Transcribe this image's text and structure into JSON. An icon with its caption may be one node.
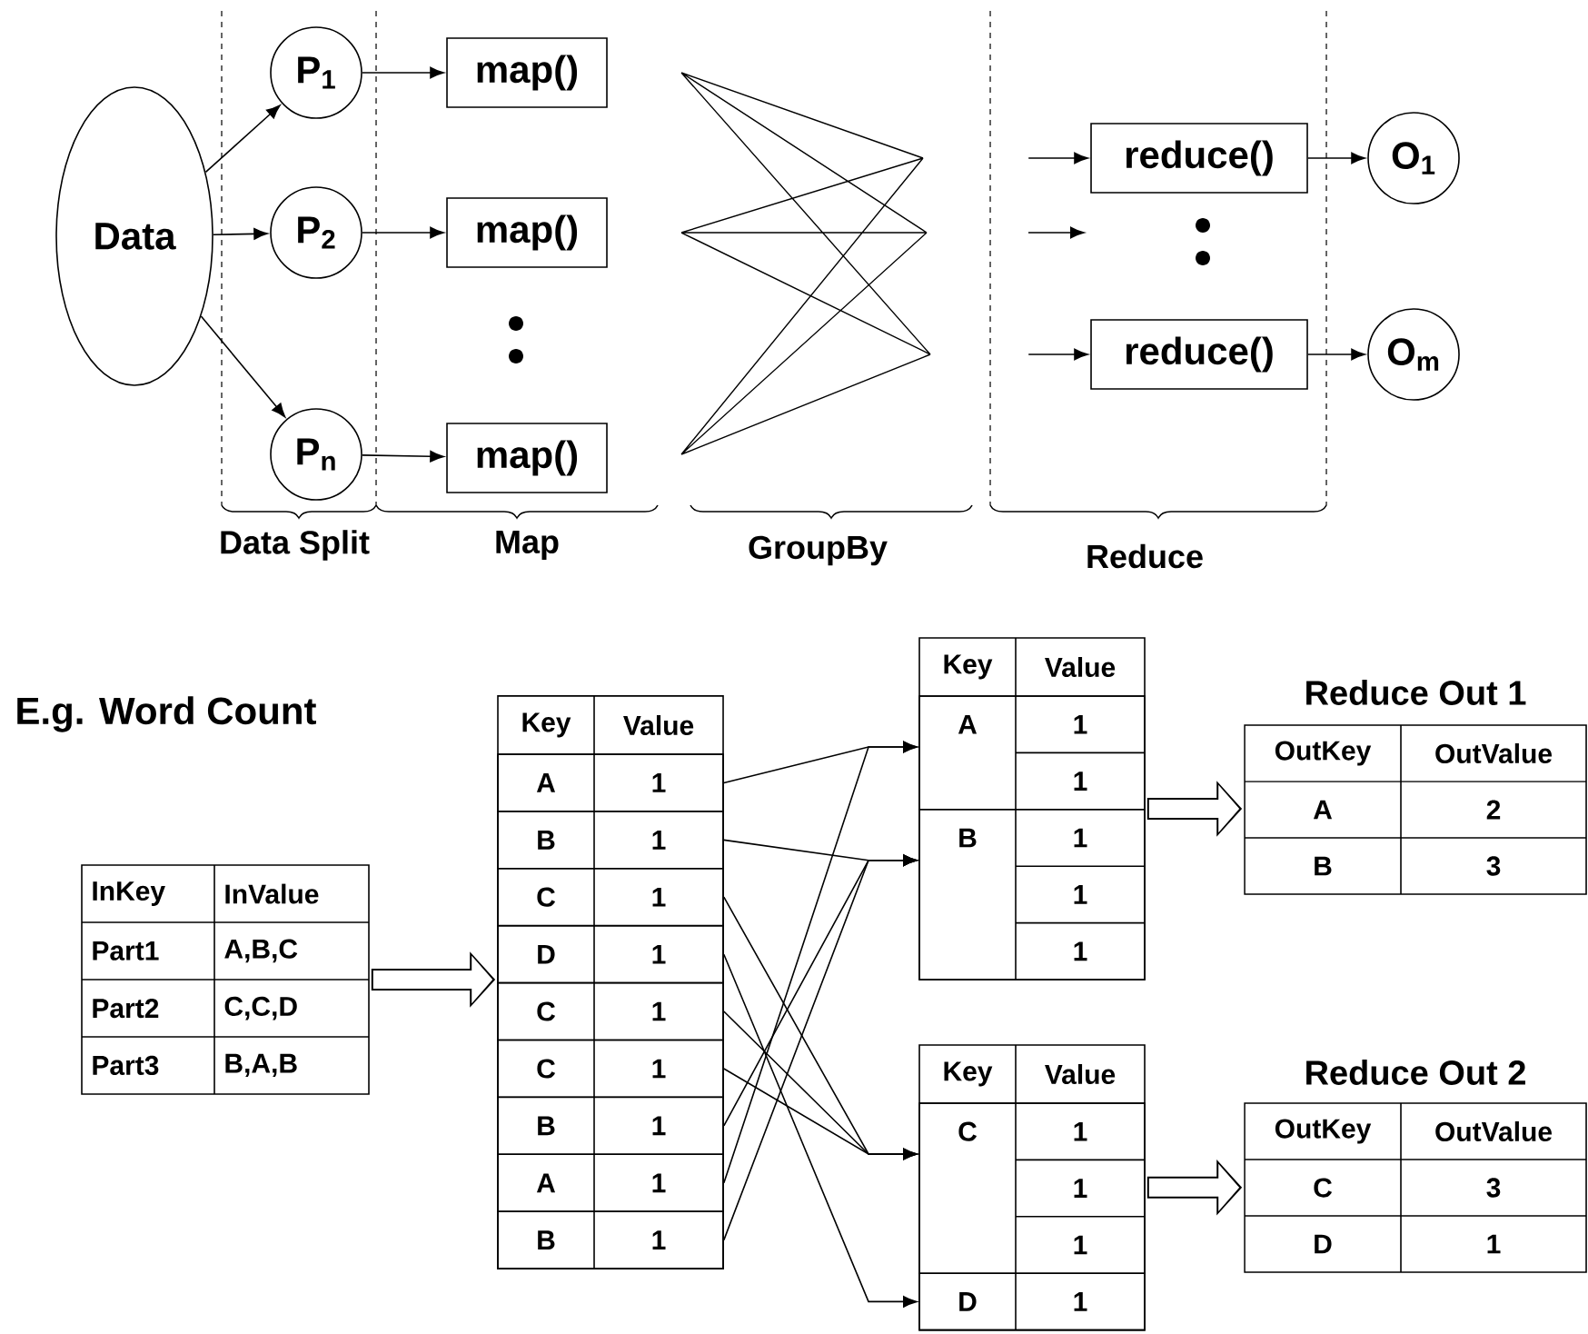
{
  "diagram": {
    "nodes": [
      {
        "text": [
          "Data"
        ]
      },
      {
        "text": [
          "P$_{1}$"
        ]
      },
      {
        "text": [
          "P$_{2}$"
        ]
      },
      {
        "text": [
          "P$_{n}$"
        ]
      },
      {
        "text": [
          "map()"
        ]
      },
      {
        "text": [
          "map()"
        ]
      },
      {
        "text": [
          "map()"
        ]
      },
      {
        "text": [
          "reduce()"
        ]
      },
      {
        "text": [
          "reduce()"
        ]
      },
      {
        "text": [
          "O$_{1}$"
        ]
      },
      {
        "text": [
          "O$_{m}$"
        ]
      },
      {
        "text": [
          "InKey",
          "InValue",
          "Part1",
          "A,B,C",
          "Part2",
          "C,C,D",
          "Part3",
          "B,A,B"
        ]
      },
      {
        "text": [
          "Key",
          "Value"
        ]
      },
      {
        "text": [
          "A",
          "1"
        ],
        "in": 12
      },
      {
        "text": [
          "B",
          "1"
        ],
        "in": 12
      },
      {
        "text": [
          "C",
          "1"
        ],
        "in": 12
      },
      {
        "text": [
          "D",
          "1"
        ],
        "in": 12
      },
      {
        "text": [
          "C",
          "1"
        ],
        "in": 12
      },
      {
        "text": [
          "C",
          "1"
        ],
        "in": 12
      },
      {
        "text": [
          "B",
          "1"
        ],
        "in": 12
      },
      {
        "text": [
          "A",
          "1"
        ],
        "in": 12
      },
      {
        "text": [
          "B",
          "1"
        ],
        "in": 12
      },
      {
        "text": [
          "Key",
          "Value"
        ]
      },
      {
        "text": [
          "A",
          "1",
          "1"
        ],
        "in": 22
      },
      {
        "text": [
          "B",
          "1",
          "1",
          "1"
        ],
        "in": 22
      },
      {
        "text": [
          "Key",
          "Value"
        ]
      },
      {
        "text": [
          "C",
          "1",
          "1",
          "1"
        ],
        "in": 25
      },
      {
        "text": [
          "D",
          "1"
        ],
        "in": 25
      },
      {
        "text": [
          "Reduce Out 1",
          "OutKey",
          "OutValue",
          "A",
          "2",
          "B",
          "3"
        ]
      },
      {
        "text": [
          "Reduce Out 2",
          "OutKey",
          "OutValue",
          "C",
          "3",
          "D",
          "1"
        ]
      }
    ],
    "edges": [
      {
        "from": 0,
        "to": 1,
        "arrow": "to"
      },
      {
        "from": 0,
        "to": 2,
        "arrow": "to"
      },
      {
        "from": 0,
        "to": 3,
        "arrow": "to"
      },
      {
        "from": 1,
        "to": 4,
        "arrow": "to"
      },
      {
        "from": 2,
        "to": 5,
        "arrow": "to"
      },
      {
        "from": 3,
        "to": 6,
        "arrow": "to"
      },
      {
        "from": null,
        "to": 7,
        "arrow": "to"
      },
      {
        "from": null,
        "to": 8,
        "arrow": "to"
      },
      {
        "from": 7,
        "to": 9,
        "arrow": "to"
      },
      {
        "from": 8,
        "to": 10,
        "arrow": "to"
      },
      {
        "from": 11,
        "to": 12,
        "arrow": "to",
        "style": "thick"
      },
      {
        "from": 13,
        "to": 23,
        "arrow": "to"
      },
      {
        "from": 14,
        "to": 24,
        "arrow": "to"
      },
      {
        "from": 15,
        "to": 26,
        "arrow": "to"
      },
      {
        "from": 16,
        "to": 27,
        "arrow": "to"
      },
      {
        "from": 17,
        "to": 26,
        "arrow": "to"
      },
      {
        "from": 18,
        "to": 26,
        "arrow": "to"
      },
      {
        "from": 19,
        "to": 24,
        "arrow": "to"
      },
      {
        "from": 20,
        "to": 23,
        "arrow": "to"
      },
      {
        "from": 21,
        "to": 24,
        "arrow": "to"
      },
      {
        "from": 22,
        "to": 28,
        "arrow": "to",
        "style": "thick"
      },
      {
        "from": 25,
        "to": 29,
        "arrow": "to",
        "style": "thick"
      }
    ],
    "labels": [
      "Data Split",
      "Map",
      "GroupBy",
      "Reduce",
      "E.g. Word Count"
    ]
  }
}
